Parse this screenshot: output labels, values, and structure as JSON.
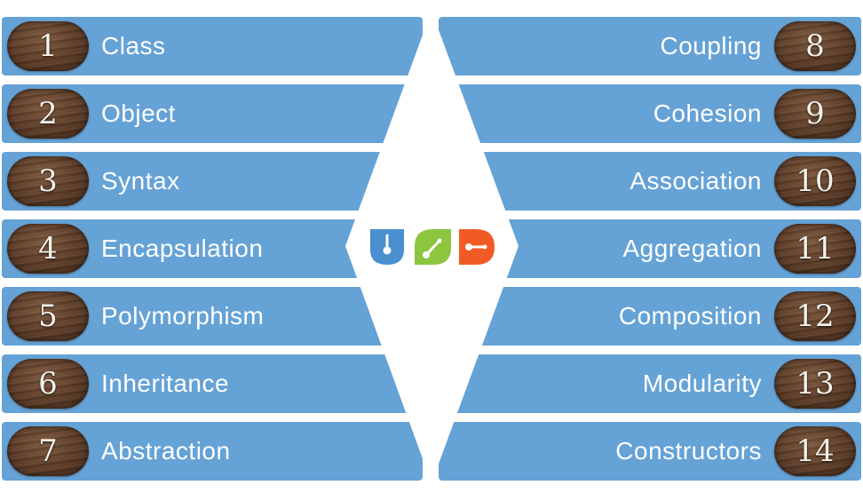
{
  "left_items": [
    {
      "number": "1",
      "label": "Class"
    },
    {
      "number": "2",
      "label": "Object"
    },
    {
      "number": "3",
      "label": "Syntax"
    },
    {
      "number": "4",
      "label": "Encapsulation"
    },
    {
      "number": "5",
      "label": "Polymorphism"
    },
    {
      "number": "6",
      "label": "Inheritance"
    },
    {
      "number": "7",
      "label": "Abstraction"
    }
  ],
  "right_items": [
    {
      "number": "8",
      "label": "Coupling"
    },
    {
      "number": "9",
      "label": "Cohesion"
    },
    {
      "number": "10",
      "label": "Association"
    },
    {
      "number": "11",
      "label": "Aggregation"
    },
    {
      "number": "12",
      "label": "Composition"
    },
    {
      "number": "13",
      "label": "Modularity"
    },
    {
      "number": "14",
      "label": "Constructors"
    }
  ],
  "colors": {
    "band": "#65a2d6",
    "badge_wood": "#5a3a25",
    "logo_blue": "#4a8fd0",
    "logo_green": "#8cc63f",
    "logo_orange": "#f15a24"
  },
  "icons": {
    "logo": "udd-logo"
  }
}
